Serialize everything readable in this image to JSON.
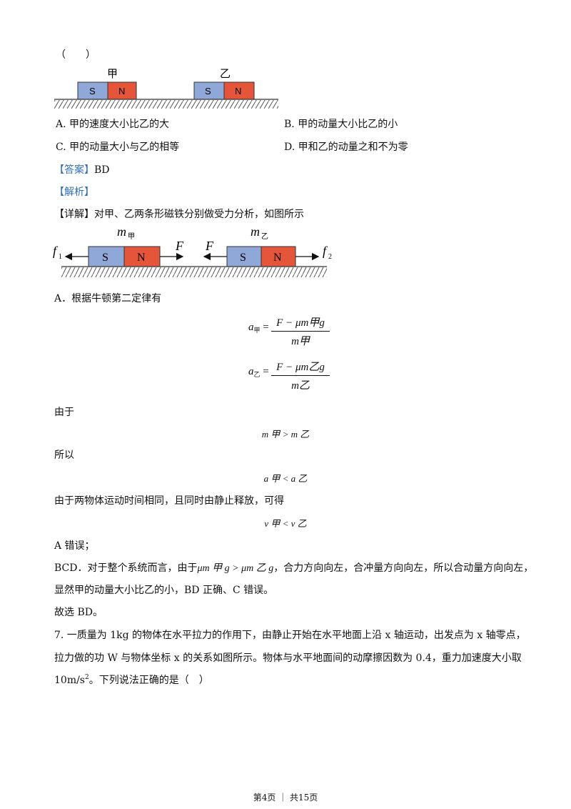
{
  "question6": {
    "prompt_tail": "（　　）",
    "fig1": {
      "label_jia": "甲",
      "label_yi": "乙",
      "S": "S",
      "N": "N"
    },
    "options": {
      "A": "A. 甲的速度大小比乙的大",
      "B": "B. 甲的动量大小比乙的小",
      "C": "C. 甲的动量大小与乙的相等",
      "D": "D. 甲和乙的动量之和不为零"
    },
    "answer_tag": "【答案】",
    "answer": "BD",
    "analysis_tag": "【解析】",
    "detail_tag": "【详解】",
    "detail_text": "对甲、乙两条形磁铁分别做受力分析，如图所示",
    "fig2": {
      "m": "m",
      "jia": "甲",
      "yi": "乙",
      "F": "F",
      "f": "f",
      "one": "1",
      "two": "2",
      "S": "S",
      "N": "N"
    },
    "lineA": "A．根据牛顿第二定律有",
    "eq1": {
      "lhs_a": "a",
      "lhs_sub": "甲",
      "eq": " =",
      "num": "F − μm甲g",
      "den": "m甲"
    },
    "eq2": {
      "lhs_a": "a",
      "lhs_sub": "乙",
      "eq": " =",
      "num": "F − μm乙g",
      "den": "m乙"
    },
    "youyu": "由于",
    "rel1": "m 甲 > m 乙",
    "suoyi": "所以",
    "rel2": "a 甲 < a 乙",
    "line_release": "由于两物体运动时间相同，且同时由静止释放，可得",
    "rel3": "v 甲 < v 乙",
    "a_wrong": "A 错误；",
    "bcd_1a": "BCD．对于整个系统而言，由于",
    "bcd_1m": "μm 甲 g > μm 乙 g",
    "bcd_1b": "，合力方向向左，合冲量方向向左，所以合动量方向向左，",
    "bcd_2": "显然甲的动量大小比乙的小，BD 正确、C 错误。",
    "choose": "故选 BD。"
  },
  "question7": {
    "line1": "7. 一质量为 1kg 的物体在水平拉力的作用下，由静止开始在水平地面上沿 x 轴运动，出发点为 x 轴零点，",
    "line2": "拉力做的功 W 与物体坐标 x 的关系如图所示。物体与水平地面间的动摩擦因数为 0.4，重力加速度大小取",
    "line3a": "10m/s",
    "line3sup": "2",
    "line3b": "。下列说法正确的是（　）"
  },
  "footer": "第4页 ｜ 共15页",
  "colors": {
    "S_block": "#8fa8d8",
    "N_block": "#e4553a",
    "tag_blue": "#2f6fb5"
  }
}
